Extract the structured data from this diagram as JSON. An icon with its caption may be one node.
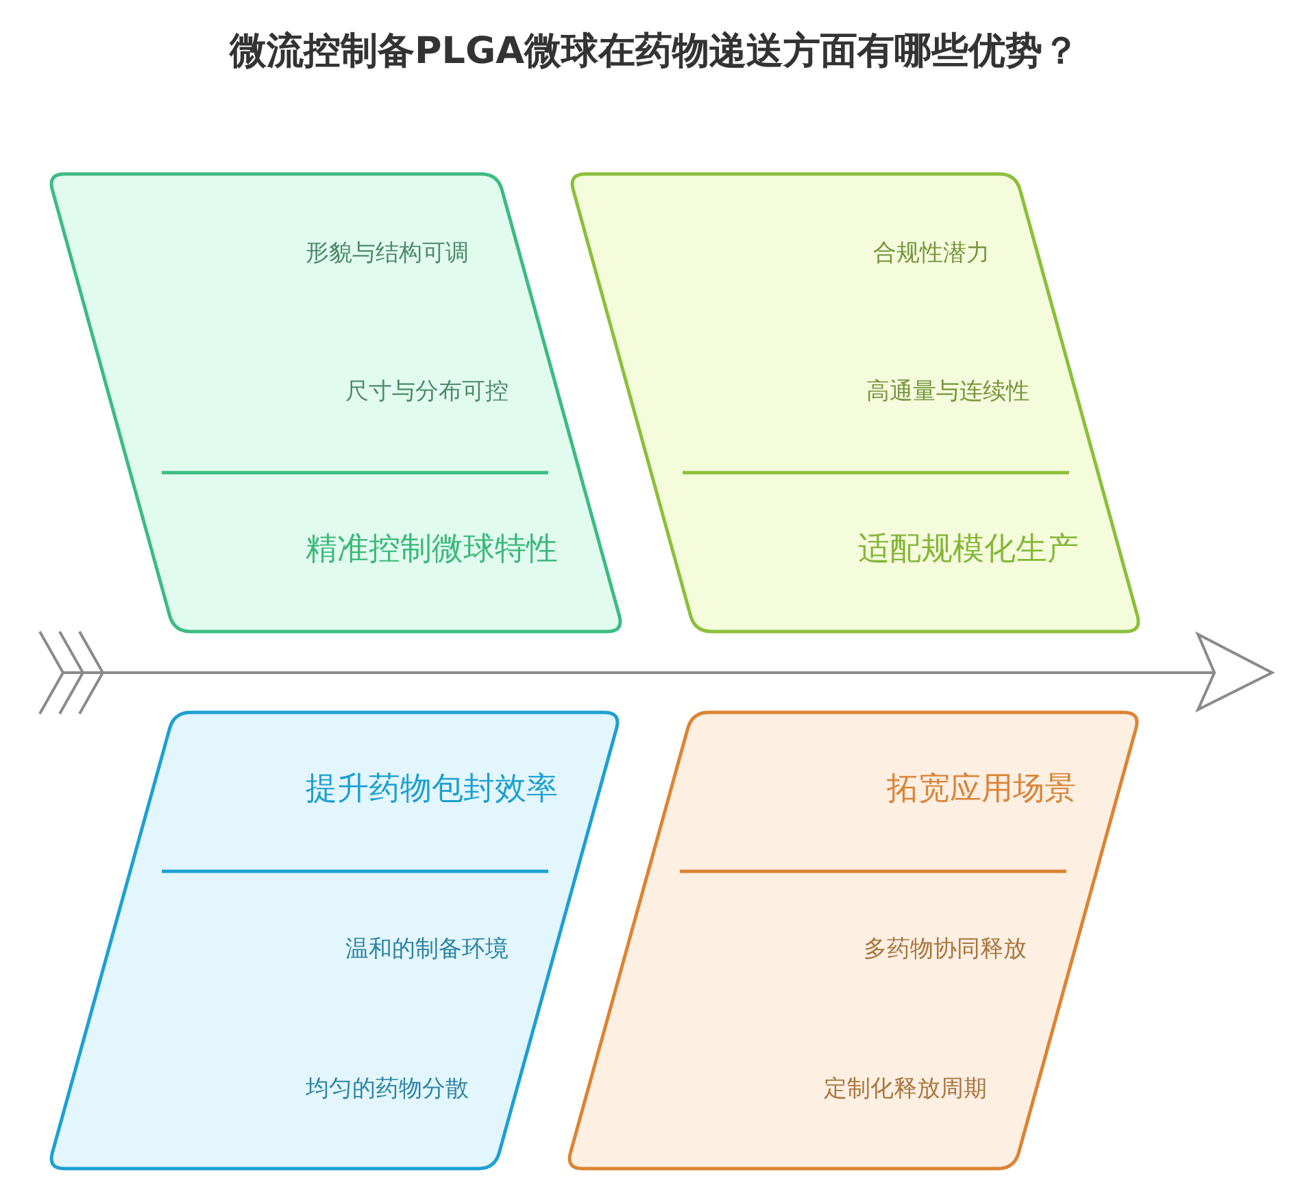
{
  "diagram": {
    "title": "微流控制备PLGA微球在药物递送方面有哪些优势？",
    "nodes": [
      {
        "text": [
          "形貌与结构可调",
          "尺寸与分布可控",
          "精准控制微球特性"
        ]
      },
      {
        "text": [
          "合规性潜力",
          "高通量与连续性",
          "适配规模化生产"
        ]
      },
      {
        "text": [
          "提升药物包封效率",
          "温和的制备环境",
          "均匀的药物分散"
        ]
      },
      {
        "text": [
          "拓宽应用场景",
          "多药物协同释放",
          "定制化释放周期"
        ]
      }
    ]
  }
}
